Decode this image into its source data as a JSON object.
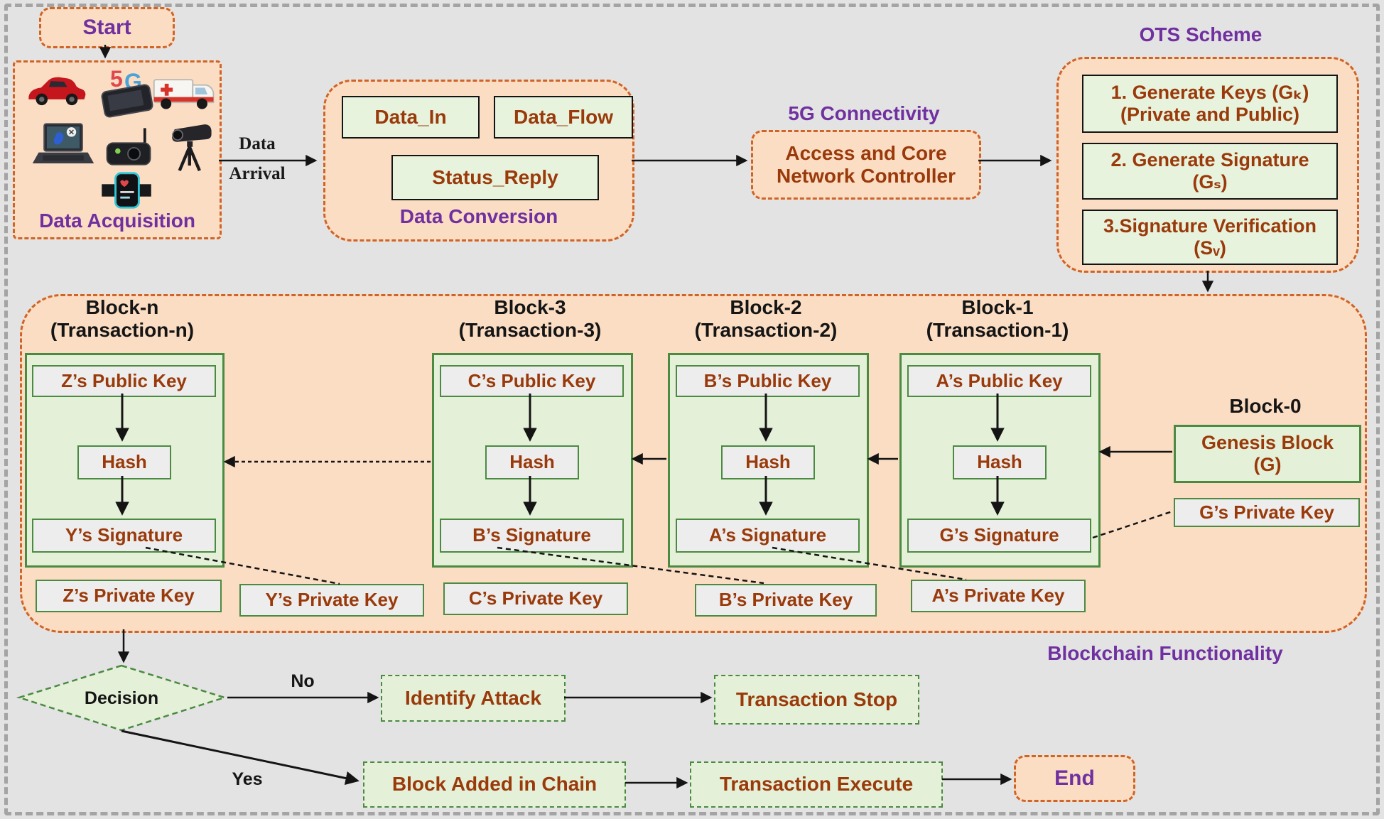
{
  "colors": {
    "background": "#e3e3e3",
    "container_fill": "#fbddc3",
    "container_border": "#cf6428",
    "green_fill": "#e7f3dd",
    "block_fill": "#e4f1d8",
    "block_border": "#4b8a41",
    "slot_fill": "#ededed",
    "text_red": "#9a3a0b",
    "text_purple": "#7030a0"
  },
  "flow": {
    "start_label": "Start",
    "end_label": "End",
    "data_arrival_line1": "Data",
    "data_arrival_line2": "Arrival",
    "decision_label": "Decision",
    "no_label": "No",
    "yes_label": "Yes",
    "identify_attack": "Identify Attack",
    "transaction_stop": "Transaction Stop",
    "block_added": "Block Added in Chain",
    "transaction_execute": "Transaction Execute"
  },
  "data_acquisition": {
    "label": "Data Acquisition",
    "device_icons": [
      "red-car",
      "5g-smartphone",
      "ambulance",
      "laptop",
      "iot-sensor",
      "camera-on-tripod",
      "smart-watch"
    ],
    "phone_badge_5": "5",
    "phone_badge_g": "G"
  },
  "data_conversion": {
    "label": "Data Conversion",
    "items": [
      "Data_In",
      "Data_Flow",
      "Status_Reply"
    ]
  },
  "five_g": {
    "label": "5G Connectivity",
    "controller_line1": "Access and Core",
    "controller_line2": "Network Controller"
  },
  "ots": {
    "label": "OTS Scheme",
    "steps": [
      {
        "line1": "1. Generate Keys (Gₖ)",
        "line2": "(Private and Public)"
      },
      {
        "line1": "2. Generate Signature",
        "line2": "(Gₛ)"
      },
      {
        "line1": "3.Signature Verification",
        "line2": "(Sᵥ)"
      }
    ]
  },
  "blockchain": {
    "label": "Blockchain Functionality",
    "blocks": [
      {
        "title": "Block-n",
        "subtitle": "(Transaction-n)",
        "public_key": "Z’s Public Key",
        "hash": "Hash",
        "signature": "Y’s Signature"
      },
      {
        "title": "Block-3",
        "subtitle": "(Transaction-3)",
        "public_key": "C’s Public Key",
        "hash": "Hash",
        "signature": "B’s Signature"
      },
      {
        "title": "Block-2",
        "subtitle": "(Transaction-2)",
        "public_key": "B’s Public Key",
        "hash": "Hash",
        "signature": "A’s Signature"
      },
      {
        "title": "Block-1",
        "subtitle": "(Transaction-1)",
        "public_key": "A’s Public Key",
        "hash": "Hash",
        "signature": "G’s Signature"
      }
    ],
    "block0": {
      "title": "Block-0",
      "genesis_line1": "Genesis Block",
      "genesis_line2": "(G)",
      "private_key": "G’s Private Key"
    },
    "private_keys": [
      "Z’s Private Key",
      "Y’s Private Key",
      "C’s Private Key",
      "B’s Private Key",
      "A’s Private Key"
    ]
  }
}
